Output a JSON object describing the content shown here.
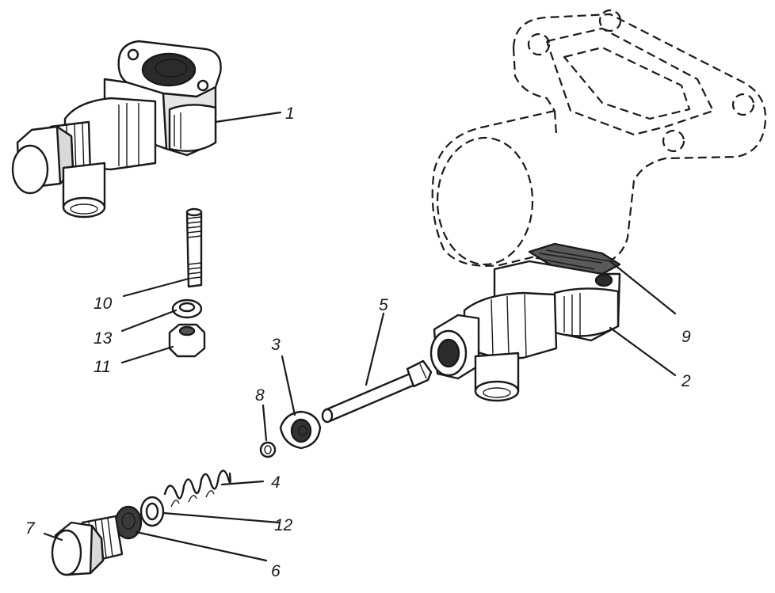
{
  "colors": {
    "ink": "#1a1a1a",
    "paper": "#ffffff",
    "shade": "#3a3a3a"
  },
  "callouts": [
    {
      "id": "part-1",
      "text": "1"
    },
    {
      "id": "part-2",
      "text": "2"
    },
    {
      "id": "part-3",
      "text": "3"
    },
    {
      "id": "part-4",
      "text": "4"
    },
    {
      "id": "part-5",
      "text": "5"
    },
    {
      "id": "part-6",
      "text": "6"
    },
    {
      "id": "part-7",
      "text": "7"
    },
    {
      "id": "part-8",
      "text": "8"
    },
    {
      "id": "part-9",
      "text": "9"
    },
    {
      "id": "part-10",
      "text": "10"
    },
    {
      "id": "part-11",
      "text": "11"
    },
    {
      "id": "part-12",
      "text": "12"
    },
    {
      "id": "part-13",
      "text": "13"
    }
  ]
}
